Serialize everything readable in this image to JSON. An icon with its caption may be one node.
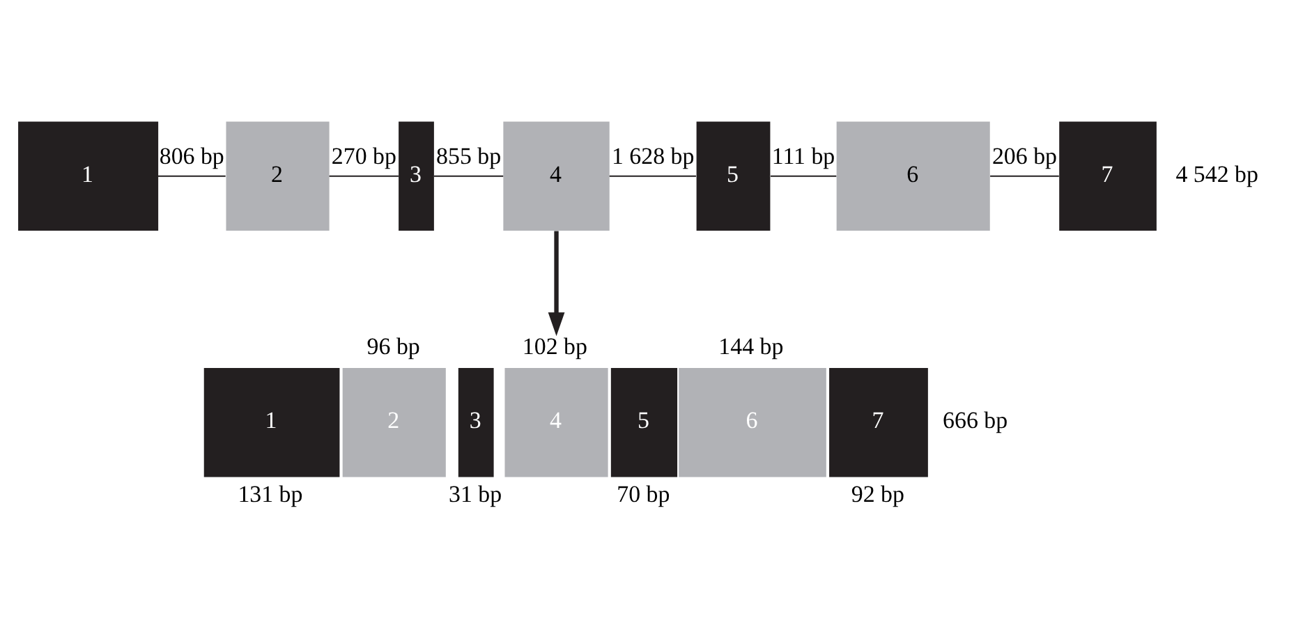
{
  "diagram": {
    "nodes": [
      {
        "text": [
          "1"
        ]
      },
      {
        "text": [
          "2"
        ]
      },
      {
        "text": [
          "3"
        ]
      },
      {
        "text": [
          "4"
        ]
      },
      {
        "text": [
          "5"
        ]
      },
      {
        "text": [
          "6"
        ]
      },
      {
        "text": [
          "7"
        ]
      },
      {
        "text": [
          "1"
        ],
        "beside": [
          "131 bp"
        ]
      },
      {
        "text": [
          "2"
        ],
        "beside": [
          "96 bp"
        ]
      },
      {
        "text": [
          "3"
        ],
        "beside": [
          "31 bp"
        ]
      },
      {
        "text": [
          "4"
        ],
        "beside": [
          "102 bp"
        ]
      },
      {
        "text": [
          "5"
        ],
        "beside": [
          "70 bp"
        ]
      },
      {
        "text": [
          "6"
        ],
        "beside": [
          "144 bp"
        ]
      },
      {
        "text": [
          "7"
        ],
        "beside": [
          "92 bp"
        ]
      }
    ],
    "edges": [
      {
        "from": 0,
        "to": 1,
        "arrow": "none",
        "label": "806 bp"
      },
      {
        "from": 1,
        "to": 2,
        "arrow": "none",
        "label": "270 bp"
      },
      {
        "from": 2,
        "to": 3,
        "arrow": "none",
        "label": "855 bp"
      },
      {
        "from": 3,
        "to": 4,
        "arrow": "none",
        "label": "1 628 bp"
      },
      {
        "from": 4,
        "to": 5,
        "arrow": "none",
        "label": "111 bp"
      },
      {
        "from": 5,
        "to": 6,
        "arrow": "none",
        "label": "206 bp"
      },
      {
        "from": 3,
        "to": 10,
        "arrow": "to",
        "style": "thick"
      }
    ],
    "labels": [
      "4 542 bp",
      "666 bp"
    ]
  }
}
